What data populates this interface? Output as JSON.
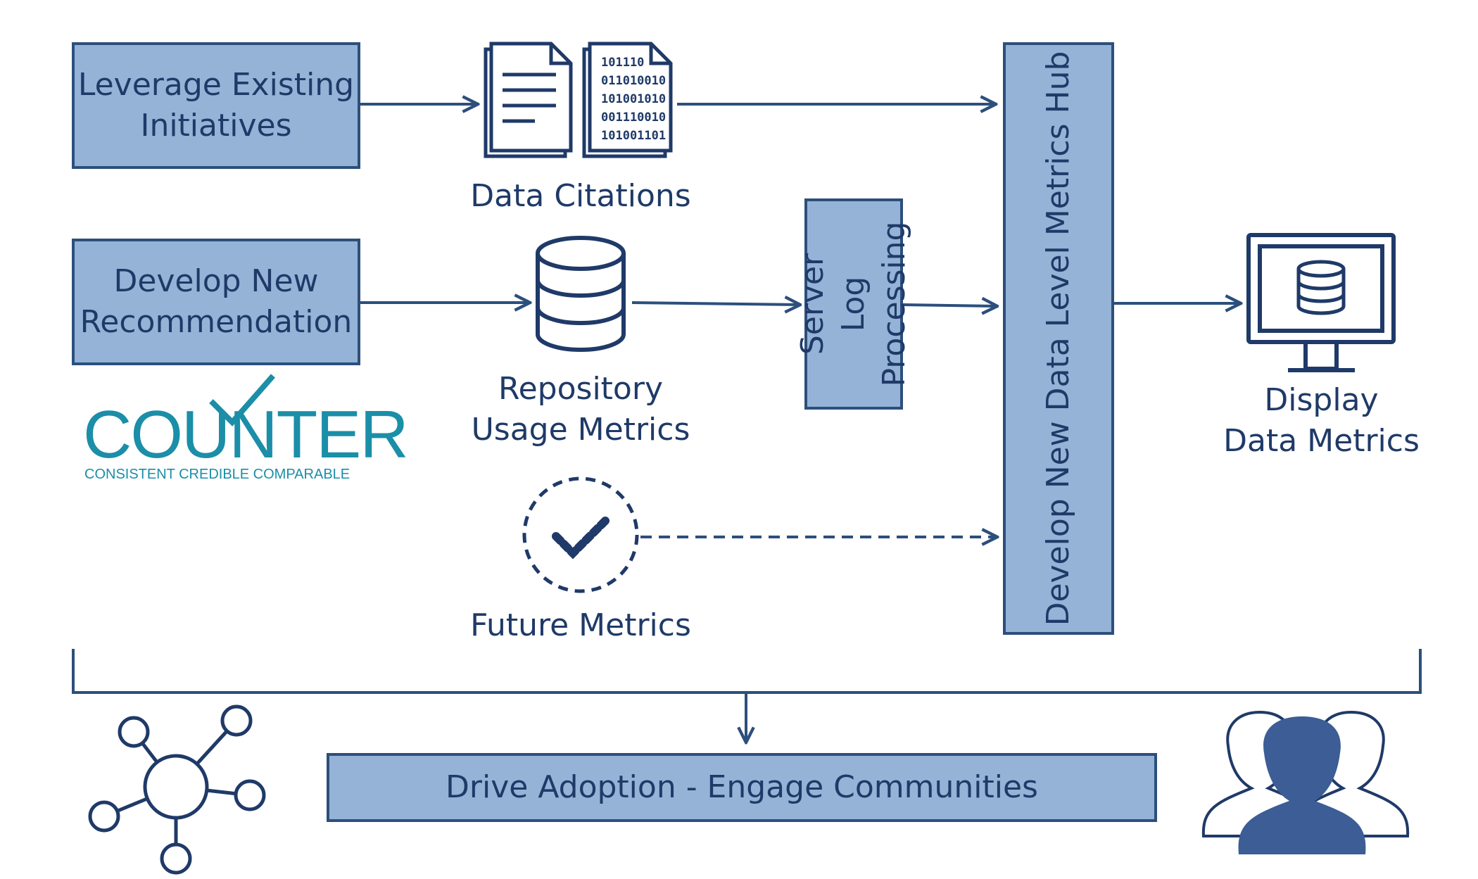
{
  "boxes": {
    "leverage": "Leverage Existing\nInitiatives",
    "develop_rec": "Develop New\nRecommendation",
    "server_log": "Server Log\nProcessing",
    "hub": "Develop New Data Level Metrics Hub",
    "drive": "Drive Adoption - Engage Communities"
  },
  "labels": {
    "data_citations": "Data Citations",
    "repository": "Repository\nUsage Metrics",
    "future": "Future Metrics",
    "display": "Display\nData Metrics"
  },
  "binary_lines": [
    "101110",
    "011010010",
    "101001010",
    "001110010",
    "101001101"
  ],
  "logo": {
    "word": "COUNTER",
    "tagline": "CONSISTENT CREDIBLE COMPARABLE"
  },
  "colors": {
    "box_fill": "#95b3d7",
    "stroke": "#2c4f7c",
    "text": "#1f3a68",
    "logo": "#1b8ea8"
  },
  "icons": [
    "document-icon",
    "binary-file-icon",
    "database-icon",
    "dashed-check-icon",
    "monitor-database-icon",
    "network-icon",
    "people-icon"
  ]
}
